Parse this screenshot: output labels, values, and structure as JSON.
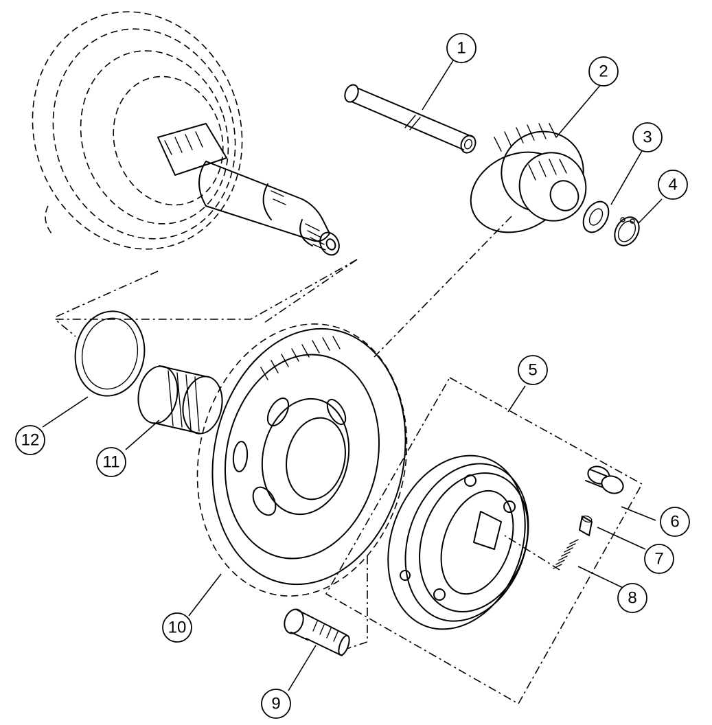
{
  "diagram": {
    "callouts": [
      {
        "id": "1",
        "label": "1"
      },
      {
        "id": "2",
        "label": "2"
      },
      {
        "id": "3",
        "label": "3"
      },
      {
        "id": "4",
        "label": "4"
      },
      {
        "id": "5",
        "label": "5"
      },
      {
        "id": "6",
        "label": "6"
      },
      {
        "id": "7",
        "label": "7"
      },
      {
        "id": "8",
        "label": "8"
      },
      {
        "id": "9",
        "label": "9"
      },
      {
        "id": "10",
        "label": "10"
      },
      {
        "id": "11",
        "label": "11"
      },
      {
        "id": "12",
        "label": "12"
      }
    ],
    "colors": {
      "line": "#000000",
      "background": "#ffffff"
    }
  }
}
